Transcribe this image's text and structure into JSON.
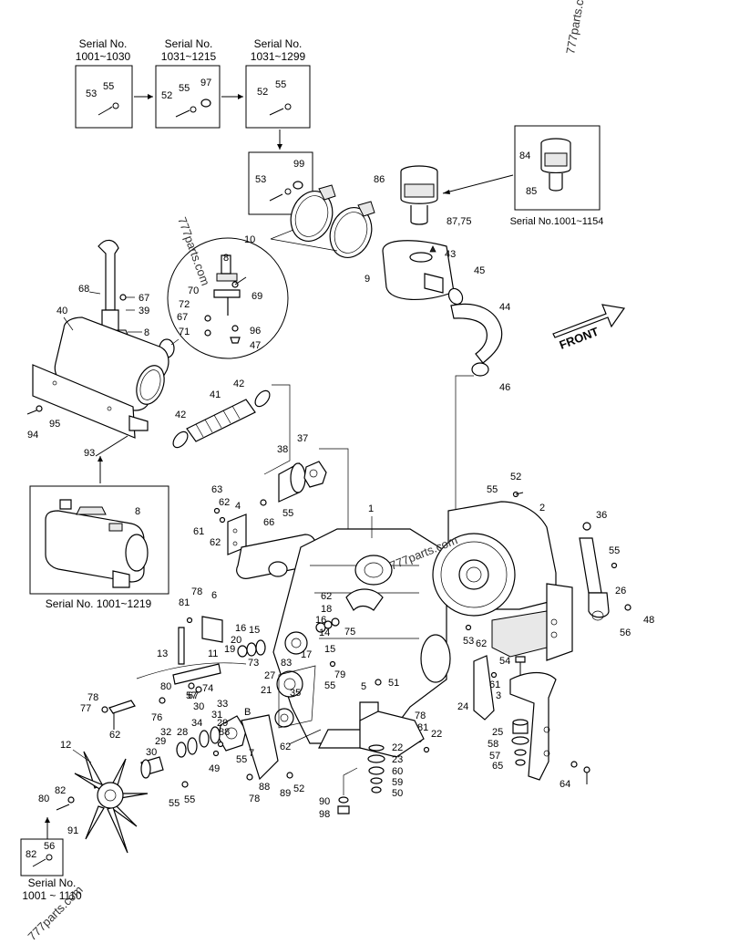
{
  "watermarks": [
    "777parts.com",
    "777parts.com",
    "777parts.com"
  ],
  "front_label": "FRONT",
  "serial_boxes": [
    {
      "title_line1": "Serial No.",
      "title_line2": "1001~1030",
      "parts": [
        "53",
        "55"
      ]
    },
    {
      "title_line1": "Serial No.",
      "title_line2": "1031~1215",
      "parts": [
        "52",
        "55",
        "97"
      ]
    },
    {
      "title_line1": "Serial No.",
      "title_line2": "1031~1299",
      "parts": [
        "52",
        "55"
      ]
    },
    {
      "parts": [
        "53",
        "99"
      ]
    },
    {
      "caption": "Serial No.1001~1154",
      "parts": [
        "84",
        "85"
      ]
    },
    {
      "caption": "Serial No. 1001~1219",
      "parts": [
        "8"
      ]
    },
    {
      "title_line1": "Serial No.",
      "title_line2": "1001 ~ 1110",
      "parts": [
        "82",
        "56"
      ]
    }
  ],
  "callouts": [
    "86",
    "87,75",
    "43",
    "9",
    "10",
    "45",
    "44",
    "46",
    "70",
    "69",
    "72",
    "67",
    "71",
    "96",
    "47",
    "8",
    "40",
    "68",
    "67",
    "39",
    "8",
    "95",
    "94",
    "93",
    "42",
    "41",
    "42",
    "38",
    "37",
    "55",
    "66",
    "63",
    "62",
    "4",
    "61",
    "62",
    "1",
    "52",
    "55",
    "2",
    "36",
    "55",
    "26",
    "56",
    "48",
    "62",
    "18",
    "16",
    "14",
    "75",
    "17",
    "15",
    "83",
    "55",
    "79",
    "35",
    "5",
    "51",
    "78",
    "81",
    "6",
    "16",
    "15",
    "20",
    "19",
    "73",
    "27",
    "13",
    "11",
    "80",
    "74",
    "67",
    "21",
    "78",
    "77",
    "57",
    "76",
    "30",
    "33",
    "31",
    "B",
    "29",
    "32",
    "28",
    "30",
    "29",
    "34",
    "12",
    "62",
    "88",
    "49",
    "55",
    "7",
    "62",
    "88",
    "78",
    "89",
    "52",
    "55",
    "55",
    "82",
    "80",
    "91",
    "90",
    "98",
    "78",
    "81",
    "22",
    "22",
    "23",
    "60",
    "59",
    "50",
    "54",
    "53",
    "62",
    "61",
    "3",
    "24",
    "25",
    "58",
    "57",
    "65",
    "64"
  ]
}
